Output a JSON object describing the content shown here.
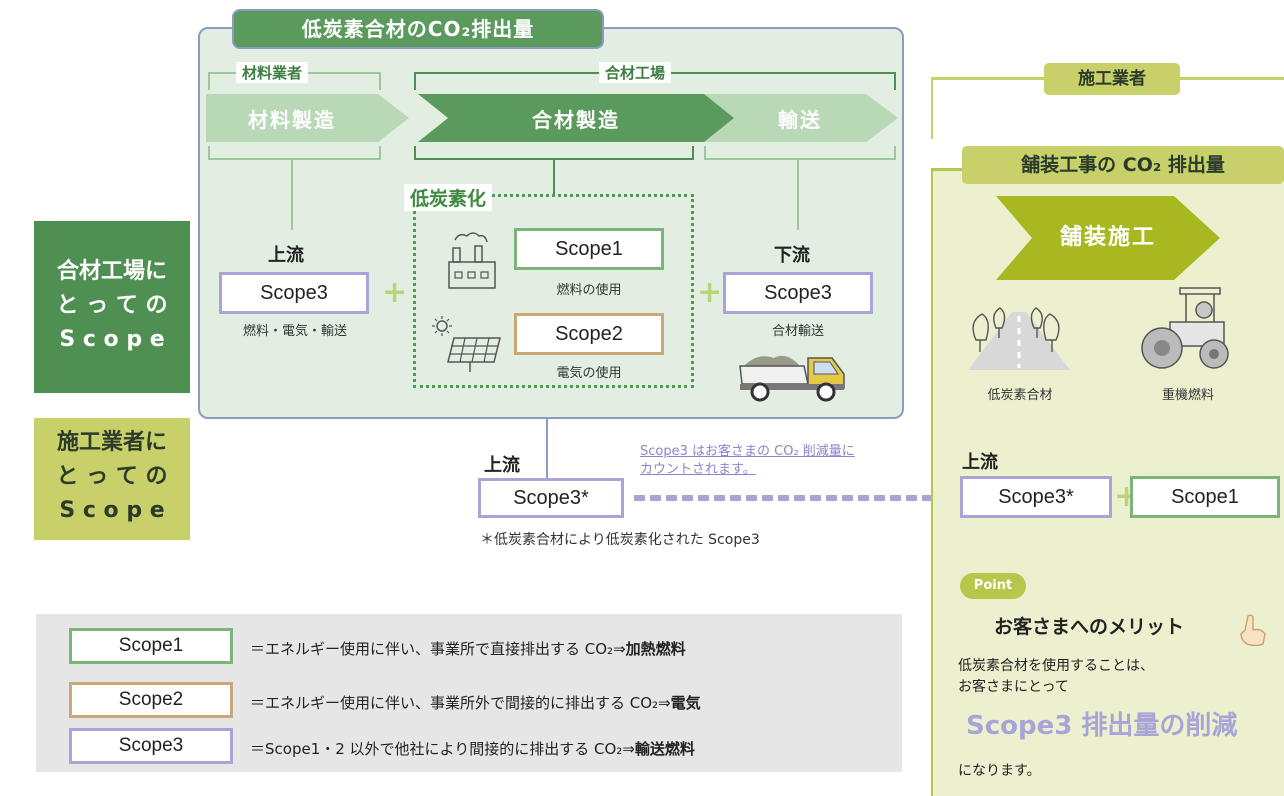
{
  "title": "低炭素合材のCO₂排出量",
  "materials_supplier": "材料業者",
  "plant": "合材工場",
  "steps": {
    "material_mfg": "材料製造",
    "mix_mfg": "合材製造",
    "transport": "輸送"
  },
  "decarb": "低炭素化",
  "upstream": "上流",
  "downstream": "下流",
  "scope1": "Scope1",
  "scope2": "Scope2",
  "scope3": "Scope3",
  "scope3_star": "Scope3*",
  "fuel_use": "燃料の使用",
  "electric_use": "電気の使用",
  "up_detail": "燃料・電気・輸送",
  "down_detail": "合材輸送",
  "plus": "+",
  "side_plant": [
    "合材工場に",
    "と っ て の",
    "S c o p e"
  ],
  "side_contractor": [
    "施工業者に",
    "と っ て の",
    "S c o p e"
  ],
  "note_link": [
    "Scope3 はお客さまの CO₂ 削減量に",
    "カウントされます。"
  ],
  "footnote": "＊低炭素合材により低炭素化された Scope3",
  "contractor": "施工業者",
  "paving_title": "舗装工事の CO₂ 排出量",
  "paving_step": "舗装施工",
  "low_carbon_mix": "低炭素合材",
  "machine_fuel": "重機燃料",
  "point_badge": "Point",
  "merit_title": "お客さまへのメリット",
  "merit_lines": [
    "低炭素合材を使用することは、",
    "お客さまにとって"
  ],
  "merit_big": "Scope3 排出量の削減",
  "merit_end": "になります。",
  "legend": [
    {
      "label": "Scope1",
      "pre": "＝エネルギー使用に伴い、事業所で直接排出する CO₂⇒",
      "bold": "加熱燃料",
      "color": "#7cb47a"
    },
    {
      "label": "Scope2",
      "pre": "＝エネルギー使用に伴い、事業所外で間接的に排出する CO₂⇒",
      "bold": "電気",
      "color": "#c8a878"
    },
    {
      "label": "Scope3",
      "pre": "＝Scope1・2 以外で他社により間接的に排出する CO₂⇒",
      "bold": "輸送燃料",
      "color": "#a9a4d8"
    }
  ]
}
